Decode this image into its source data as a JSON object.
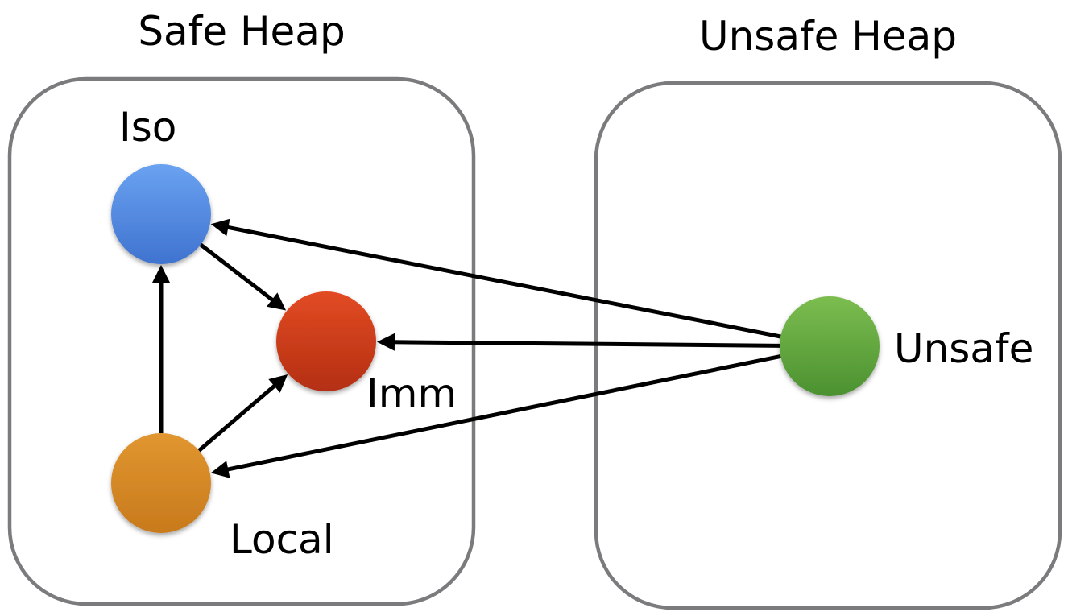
{
  "regions": {
    "safe": {
      "title": "Safe Heap"
    },
    "unsafe": {
      "title": "Unsafe Heap"
    }
  },
  "nodes": {
    "iso": {
      "label": "Iso",
      "color": "#4f86e0"
    },
    "imm": {
      "label": "Imm",
      "color": "#cc3a1a"
    },
    "local": {
      "label": "Local",
      "color": "#d6871f"
    },
    "unsafe": {
      "label": "Unsafe",
      "color": "#5aa63a"
    }
  },
  "edges": [
    {
      "from": "iso",
      "to": "imm"
    },
    {
      "from": "local",
      "to": "iso"
    },
    {
      "from": "local",
      "to": "imm"
    },
    {
      "from": "unsafe",
      "to": "iso"
    },
    {
      "from": "unsafe",
      "to": "imm"
    },
    {
      "from": "unsafe",
      "to": "local"
    }
  ],
  "colors": {
    "region_border": "#7b7b7e",
    "edge": "#000000"
  }
}
